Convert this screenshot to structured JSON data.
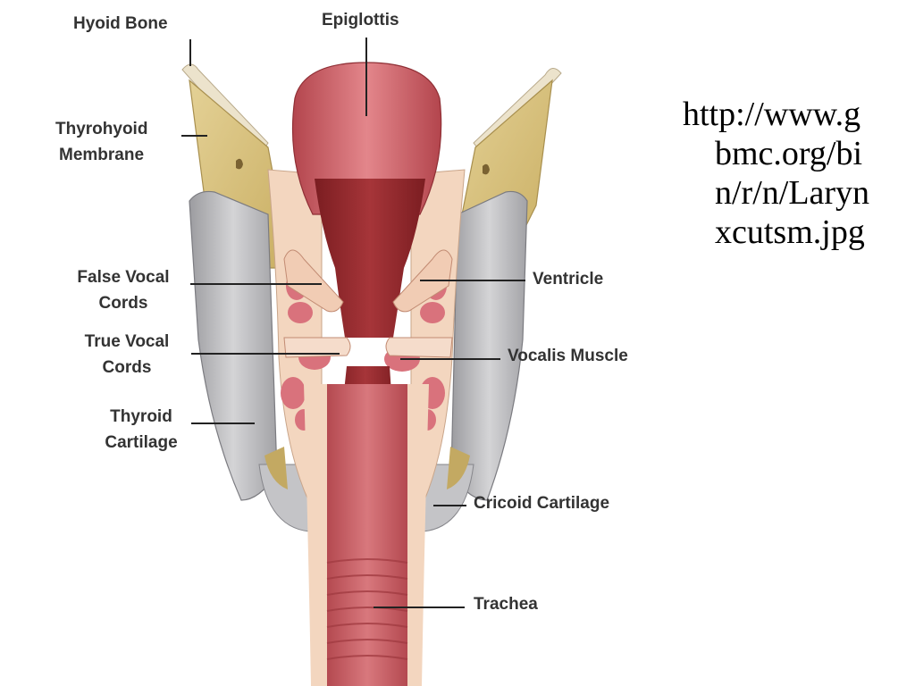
{
  "labels": {
    "hyoid_bone": "Hyoid Bone",
    "epiglottis": "Epiglottis",
    "thyrohyoid_membrane": [
      "Thyrohyoid",
      "Membrane"
    ],
    "false_vocal_cords": [
      "False Vocal",
      "Cords"
    ],
    "true_vocal_cords": [
      "True Vocal",
      "Cords"
    ],
    "thyroid_cartilage": [
      "Thyroid",
      "Cartilage"
    ],
    "ventricle": "Ventricle",
    "vocalis_muscle": "Vocalis Muscle",
    "cricoid_cartilage": "Cricoid Cartilage",
    "trachea": "Trachea"
  },
  "caption_url_lines": [
    "http://www.g",
    "bmc.org/bi",
    "n/r/n/Laryn",
    "xcutsm.jpg"
  ],
  "colors": {
    "cartilage_yellow": "#d9c27f",
    "thyroid_gray": "#b7b7b9",
    "mucosa_pink": "#c9575f",
    "lumen_red": "#8e2629",
    "tissue_cream": "#f3d6bf",
    "muscle_pink": "#d9727c",
    "label_text": "#333333",
    "leader_line": "#222222"
  }
}
